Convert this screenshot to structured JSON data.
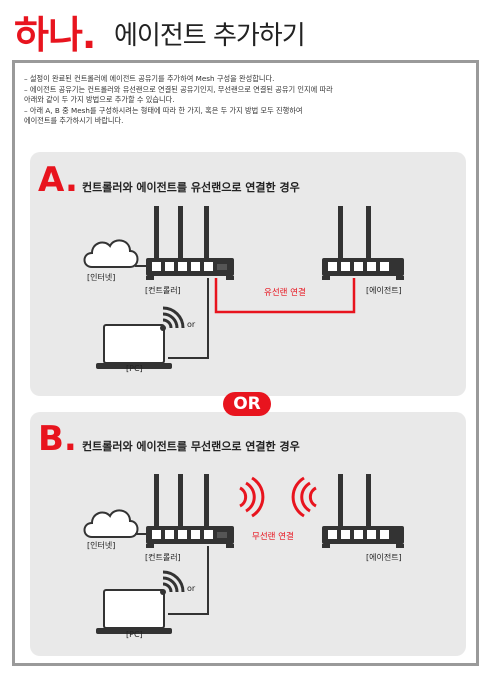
{
  "title": {
    "main": "하나.",
    "sub": "에이전트 추가하기"
  },
  "notes": [
    "– 설정이 완료된 컨트롤러에 에이전트 공유기를 추가하여 Mesh 구성을 완성합니다.",
    "– 에이전트 공유기는 컨트롤러와 유선랜으로 연결된 공유기인지, 무선랜으로 연결된 공유기 인지에 따라",
    "   아래와 같이 두 가지 방법으로 추가할 수 있습니다.",
    "– 아래 A, B 중 Mesh를 구성하시려는 형태에 따라 한 가지, 혹은 두 가지 방법 모두 진행하여",
    "   에이전트를 추가하시기 바랍니다."
  ],
  "section_a": {
    "letter": "A.",
    "heading": "컨트롤러와 에이전트를 유선랜으로 연결한 경우",
    "labels": {
      "internet": "[인터넷]",
      "controller": "[컨트롤러]",
      "agent": "[에이전트]",
      "pc": "[PC]",
      "or": "or",
      "link": "유선랜 연결"
    }
  },
  "or_badge": "OR",
  "section_b": {
    "letter": "B.",
    "heading": "컨트롤러와 에이전트를 무선랜으로 연결한 경우",
    "labels": {
      "internet": "[인터넷]",
      "controller": "[컨트롤러]",
      "agent": "[에이전트]",
      "pc": "[PC]",
      "or": "or",
      "link": "무선랜 연결"
    }
  },
  "colors": {
    "accent": "#e8141e",
    "panel": "#e9e9e9",
    "frame": "#9a9a9a",
    "device": "#333333"
  }
}
